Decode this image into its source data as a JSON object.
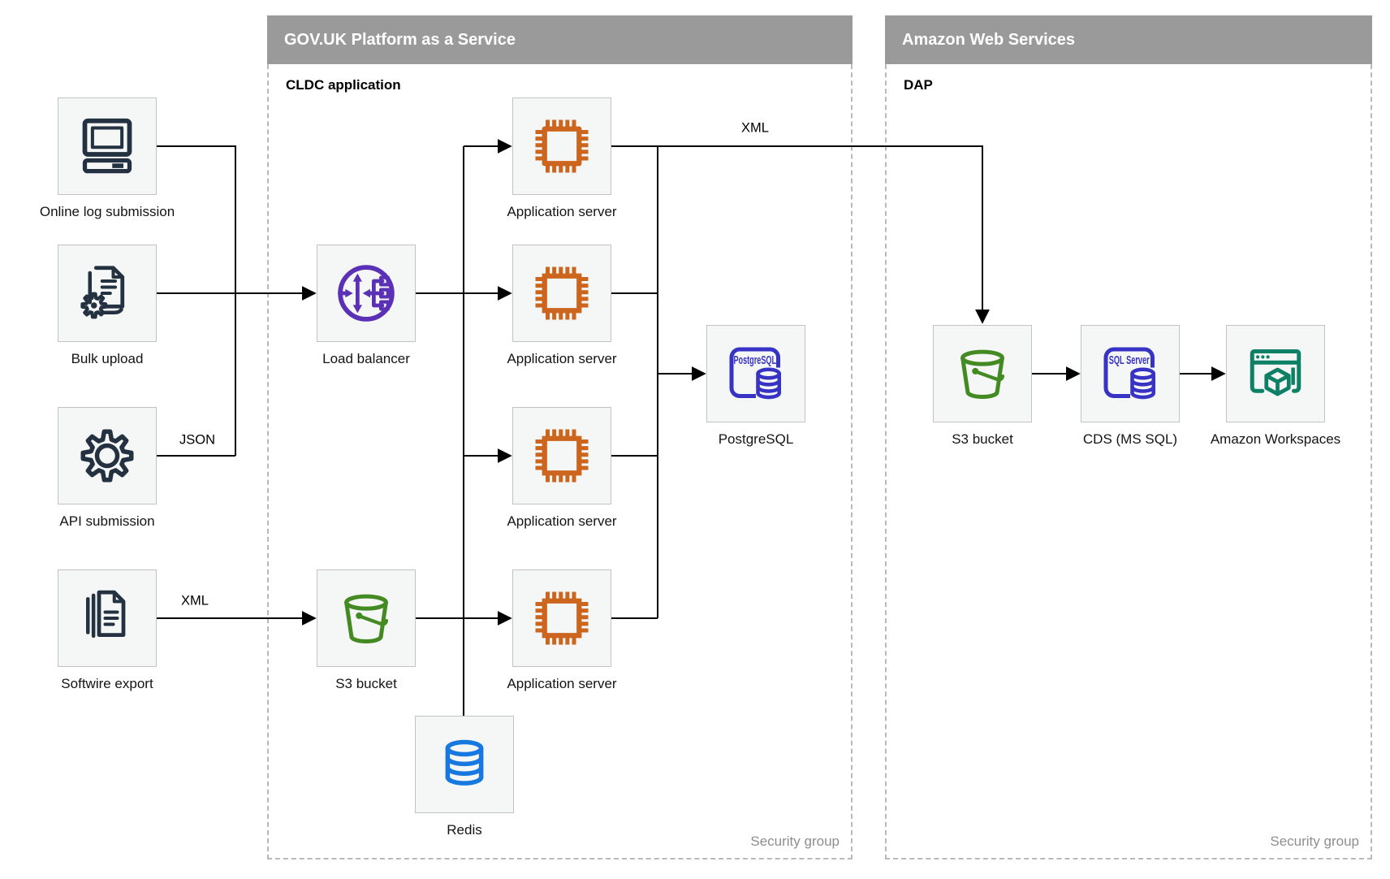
{
  "panels": {
    "paas": {
      "title": "GOV.UK Platform as a Service",
      "subtitle": "CLDC application",
      "footer": "Security group"
    },
    "aws": {
      "title": "Amazon Web Services",
      "subtitle": "DAP",
      "footer": "Security group"
    }
  },
  "nodes": {
    "online_log": {
      "label": "Online log submission",
      "icon": "desktop-computer-icon"
    },
    "bulk_upload": {
      "label": "Bulk upload",
      "icon": "document-gear-icon"
    },
    "api_submission": {
      "label": "API submission",
      "icon": "gear-icon"
    },
    "softwire_export": {
      "label": "Softwire export",
      "icon": "stacked-documents-icon"
    },
    "load_balancer": {
      "label": "Load balancer",
      "icon": "load-balancer-icon"
    },
    "s3_paas": {
      "label": "S3 bucket",
      "icon": "bucket-icon"
    },
    "app_server_1": {
      "label": "Application server",
      "icon": "chip-icon"
    },
    "app_server_2": {
      "label": "Application server",
      "icon": "chip-icon"
    },
    "app_server_3": {
      "label": "Application server",
      "icon": "chip-icon"
    },
    "app_server_4": {
      "label": "Application server",
      "icon": "chip-icon"
    },
    "redis": {
      "label": "Redis",
      "icon": "database-cylinder-icon"
    },
    "postgresql": {
      "label": "PostgreSQL",
      "icon": "postgresql-database-icon"
    },
    "s3_aws": {
      "label": "S3 bucket",
      "icon": "bucket-icon"
    },
    "cds": {
      "label": "CDS (MS SQL)",
      "icon": "sql-server-database-icon"
    },
    "workspaces": {
      "label": "Amazon Workspaces",
      "icon": "workspaces-window-cube-icon"
    }
  },
  "icon_texts": {
    "postgresql": "PostgreSQL",
    "sql_server": "SQL Server"
  },
  "edge_labels": {
    "json_to_merge": "JSON",
    "xml_to_s3": "XML",
    "xml_to_aws": "XML"
  },
  "colors": {
    "navy": "#243140",
    "orange": "#cc651d",
    "purple": "#5a30b5",
    "indigo": "#3733c4",
    "green": "#438a23",
    "teal": "#0e8066",
    "blue": "#1778e0",
    "header_bar": "#9a9a9a",
    "dashed_border": "#b9b9b9",
    "node_background": "#f5f6f6",
    "node_border": "#c3c3c3",
    "connector": "#000000"
  }
}
